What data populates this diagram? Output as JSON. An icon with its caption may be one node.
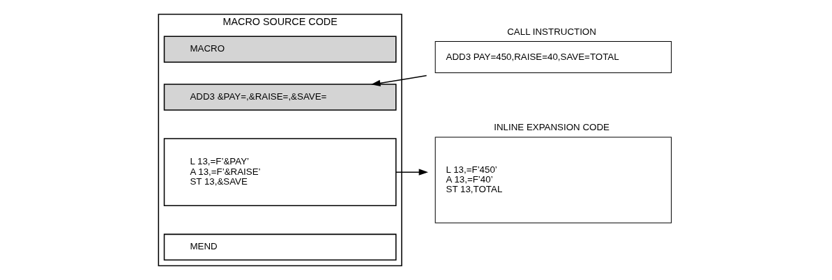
{
  "diagram": {
    "nodes": [
      {
        "text": [
          "MACRO SOURCE CODE"
        ]
      },
      {
        "text": [
          "MACRO"
        ],
        "in": 0
      },
      {
        "text": [
          "ADD3 &PAY=,&RAISE=,&SAVE="
        ],
        "in": 0
      },
      {
        "text": [
          "L 13,=F’&PAY’",
          "A 13,=F’&RAISE’",
          "ST 13,&SAVE"
        ],
        "in": 0
      },
      {
        "text": [
          "MEND"
        ],
        "in": 0
      },
      {
        "text": [
          "CALL INSTRUCTION",
          "ADD3 PAY=450,RAISE=40,SAVE=TOTAL"
        ]
      },
      {
        "text": [
          "INLINE EXPANSION CODE",
          "L 13,=F’450’",
          "A 13,=F’40’",
          "ST 13,TOTAL"
        ]
      }
    ],
    "edges": [
      {
        "from": 5,
        "to": 2,
        "arrow": "to"
      },
      {
        "from": 3,
        "to": 6,
        "arrow": "to"
      }
    ]
  }
}
